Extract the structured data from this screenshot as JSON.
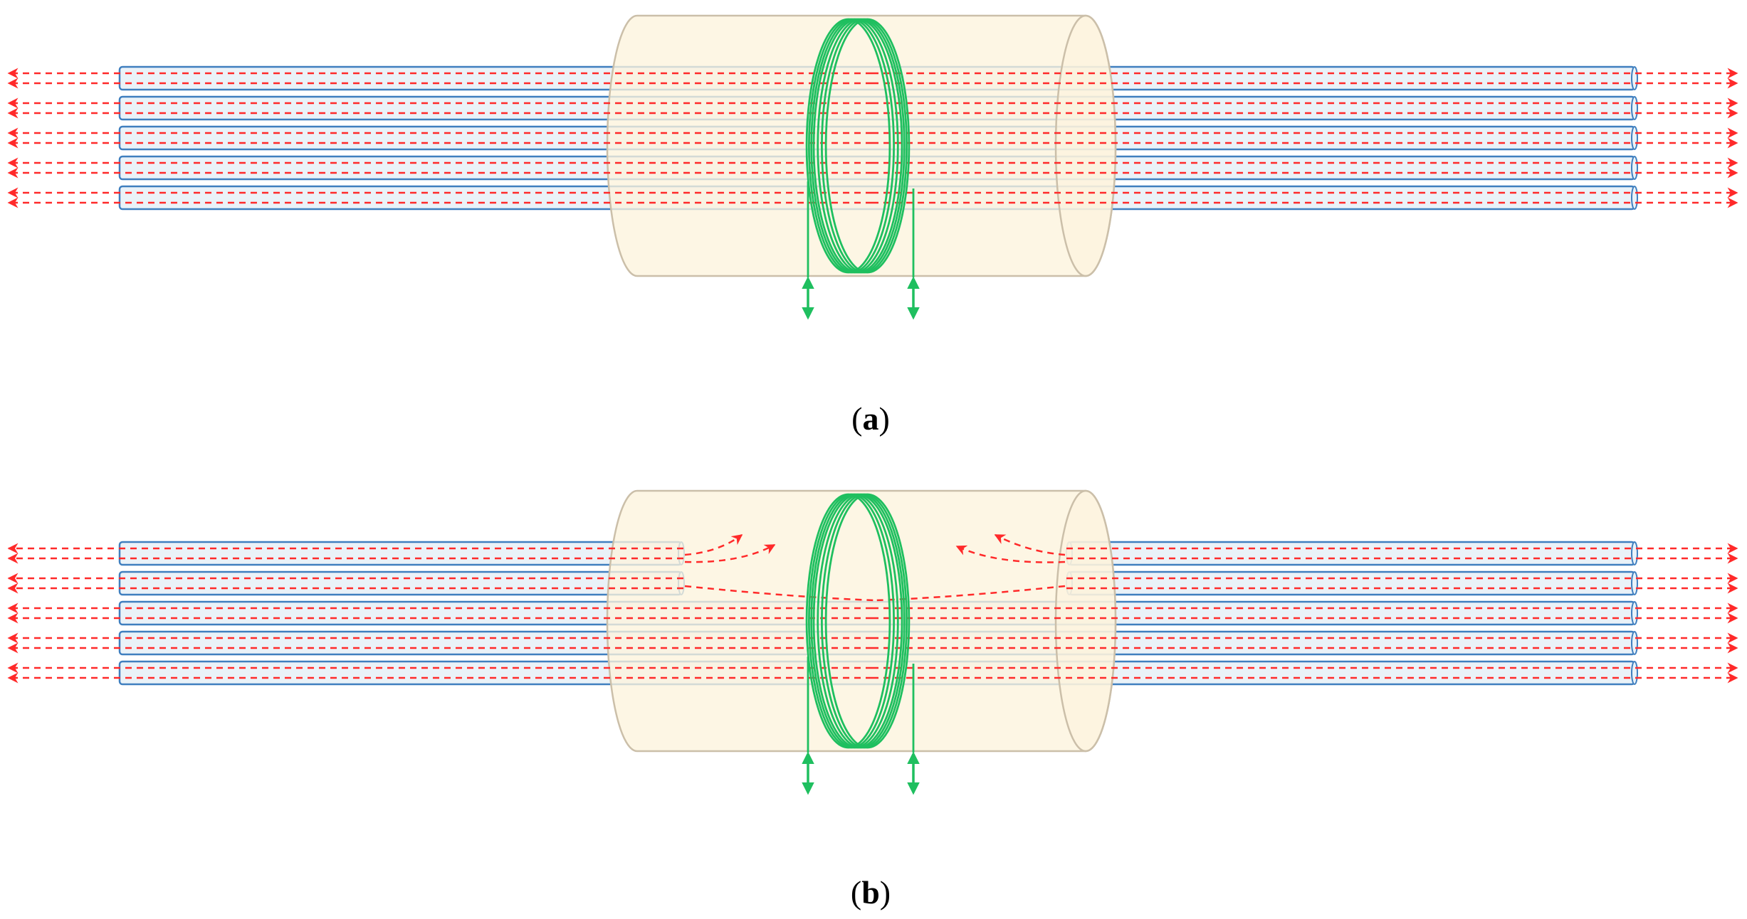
{
  "panels": [
    {
      "id": "a",
      "label": "a",
      "state": "intact",
      "fiber_count": 5,
      "coil": "coil-around-sleeve",
      "terminals": 2
    },
    {
      "id": "b",
      "label": "b",
      "state": "broken",
      "fiber_count": 5,
      "broken_fiber_count": 2,
      "coil": "coil-around-sleeve",
      "terminals": 2
    }
  ],
  "colors": {
    "sleeve_fill": "#fdf3dc",
    "sleeve_stroke": "#cbbfa9",
    "fiber_fill": "#eaf2f8",
    "fiber_stroke": "#3f7fbf",
    "light_arrow": "#ff2a2a",
    "coil": "#1fbf5f",
    "caption": "#000000"
  },
  "icons": {
    "light_path": "dashed-arrow-icon",
    "terminal": "double-headed-arrow-icon"
  }
}
